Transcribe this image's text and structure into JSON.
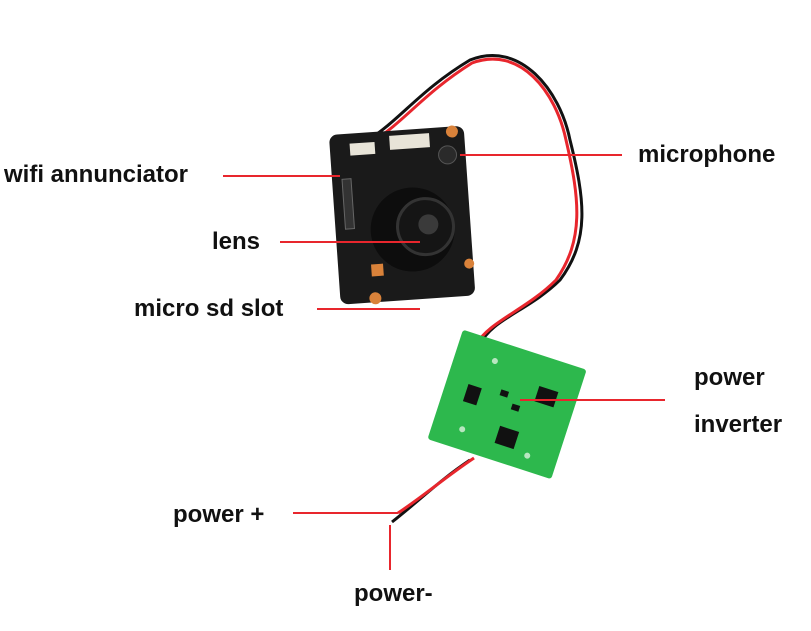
{
  "title": "Camera module component diagram",
  "colors": {
    "leader_line": "#e8262d",
    "camera_pcb": "#1a1a1a",
    "inverter_pcb": "#2db84d",
    "wire_red": "#e8262d",
    "wire_black": "#111111",
    "pad": "#d9823a"
  },
  "labels": {
    "wifi": "wifi annunciator",
    "lens": "lens",
    "sd": "micro sd slot",
    "mic": "microphone",
    "inverter_line1": "power",
    "inverter_line2": "inverter",
    "power_plus": "power +",
    "power_minus": "power-"
  }
}
